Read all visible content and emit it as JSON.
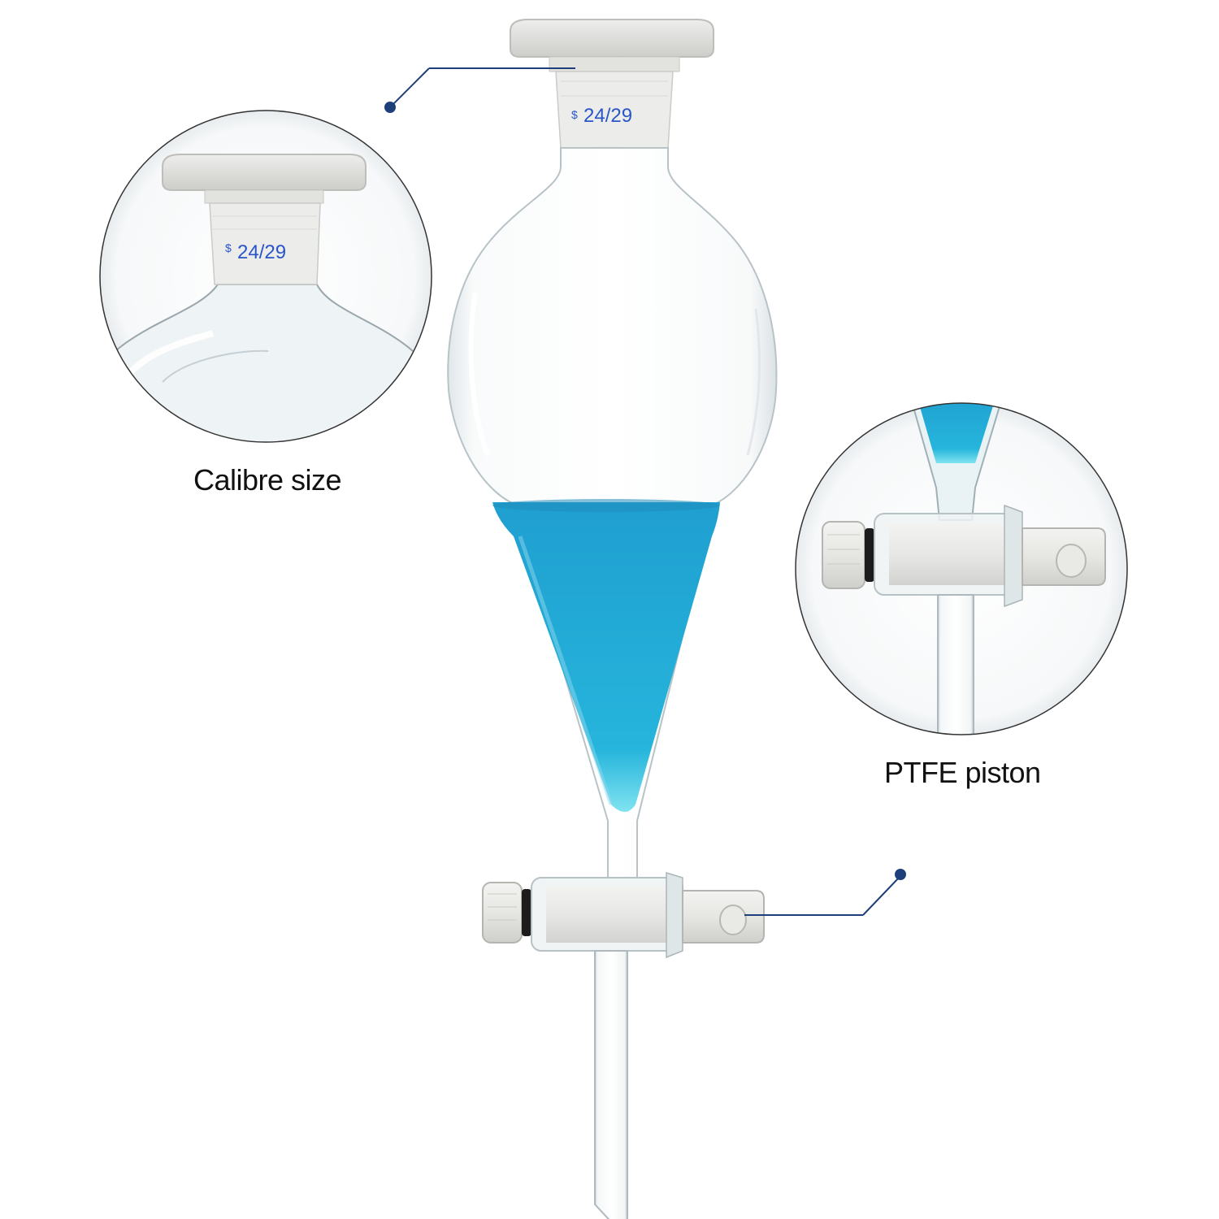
{
  "product": {
    "joint_marking_symbol": "$",
    "joint_marking_size": "24/29",
    "liquid_color": "#21a4cf",
    "callout_color": "#1f3f7a"
  },
  "callouts": {
    "calibre": {
      "label": "Calibre size"
    },
    "piston": {
      "label": "PTFE piston"
    }
  }
}
